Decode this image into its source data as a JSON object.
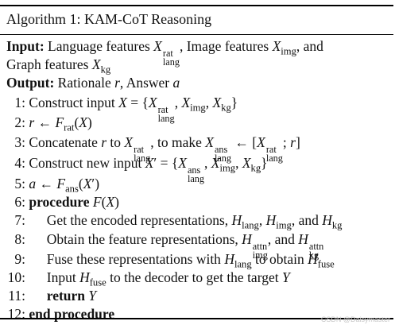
{
  "algorithm": {
    "title": "Algorithm 1: KAM-CoT Reasoning",
    "input_label": "Input:",
    "input_text_1": "Language features",
    "input_text_2": ", Image features",
    "input_text_3": ", and",
    "input_text_4": "Graph features",
    "output_label": "Output:",
    "output_text_1": "Rationale",
    "output_text_2": ", Answer",
    "steps": [
      {
        "num": "1:",
        "text": "Construct input"
      },
      {
        "num": "2:",
        "text": ""
      },
      {
        "num": "3:",
        "text": "Concatenate"
      },
      {
        "num": "4:",
        "text": "Construct new input"
      },
      {
        "num": "5:",
        "text": ""
      },
      {
        "num": "6:",
        "text": "procedure"
      },
      {
        "num": "7:",
        "text": "Get the encoded representations,"
      },
      {
        "num": "8:",
        "text": "Obtain the feature representations,"
      },
      {
        "num": "9:",
        "text": "Fuse these representations with"
      },
      {
        "num": "10:",
        "text": "Input"
      },
      {
        "num": "11:",
        "text": "return"
      },
      {
        "num": "12:",
        "text": "end procedure"
      }
    ],
    "fragments": {
      "to": "to",
      "to_make": ", to make",
      "and": ", and",
      "to_obtain": "to obtain",
      "to_decoder": "to the decoder to get the target"
    }
  },
  "watermark": "CSDN @Daisymaster"
}
